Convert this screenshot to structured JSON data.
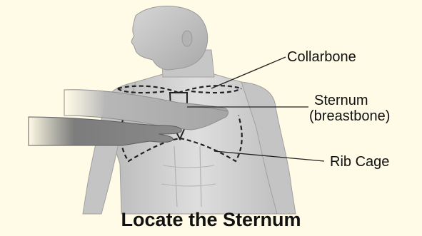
{
  "labels": {
    "collarbone": "Collarbone",
    "sternum": "Sternum",
    "sternum_alt": "(breastbone)",
    "rib_cage": "Rib Cage"
  },
  "caption": "Locate the Sternum",
  "colors": {
    "background": "#fffbe6",
    "skin": "#cfcfcf",
    "dashed_outline": "#222222"
  }
}
